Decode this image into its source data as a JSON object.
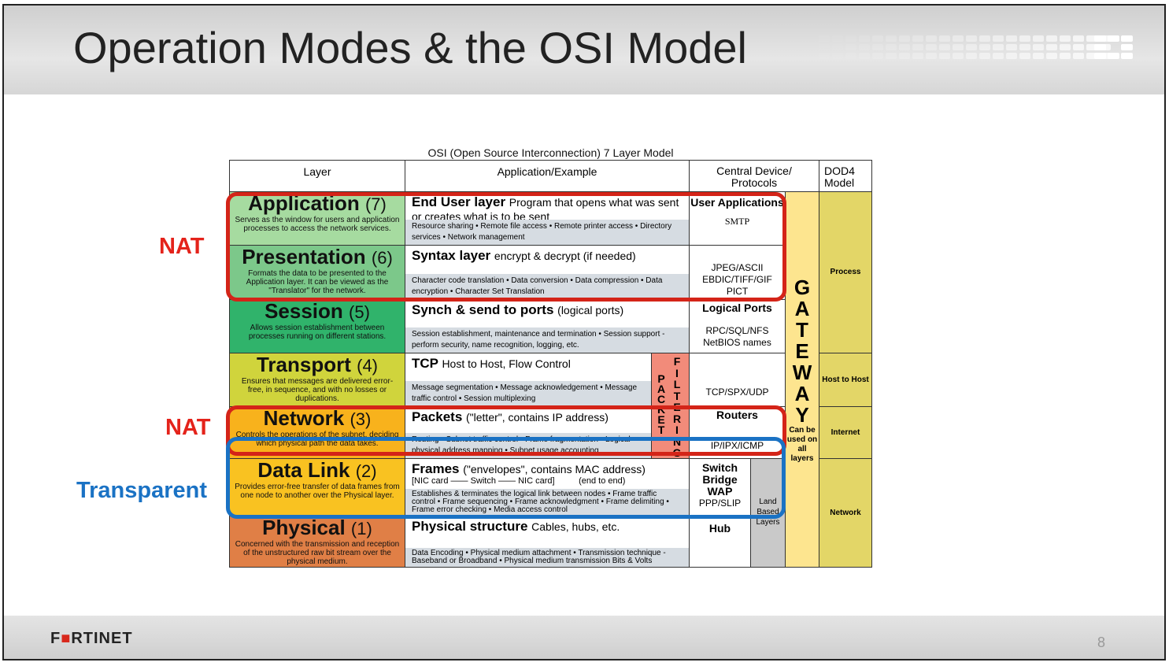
{
  "slide": {
    "title": "Operation Modes & the OSI Model",
    "logo": "FORTINET",
    "page_number": "8"
  },
  "annotations": {
    "nat_top": "NAT",
    "nat_bottom": "NAT",
    "transparent": "Transparent",
    "colors": {
      "red": "#d42418",
      "blue": "#1a72c4"
    }
  },
  "table": {
    "caption": "OSI (Open Source Interconnection) 7 Layer Model",
    "headers": {
      "layer": "Layer",
      "app": "Application/Example",
      "central": "Central Device/ Protocols",
      "dod": "DOD4 Model"
    },
    "layers": [
      {
        "name": "Application",
        "num": "(7)",
        "desc": "Serves as the window for users and application processes to access the network services.",
        "title": "End User layer",
        "subtitle": "Program that opens what was sent or creates what is to be sent",
        "details": "Resource sharing • Remote file access • Remote printer access • Directory services • Network management",
        "color": "#a6dba0"
      },
      {
        "name": "Presentation",
        "num": "(6)",
        "desc": "Formats the data to be presented to the Application layer. It can be viewed as the \"Translator\" for the network.",
        "title": "Syntax layer",
        "subtitle": "encrypt & decrypt (if needed)",
        "details": "Character code translation • Data conversion • Data compression • Data encryption • Character Set Translation",
        "color": "#7cc88a"
      },
      {
        "name": "Session",
        "num": "(5)",
        "desc": "Allows session establishment between processes running on different stations.",
        "title": "Synch & send to ports",
        "subtitle": "(logical ports)",
        "details": "Session establishment, maintenance and termination • Session support - perform security, name recognition, logging, etc.",
        "color": "#30b36b"
      },
      {
        "name": "Transport",
        "num": "(4)",
        "desc": "Ensures that messages are delivered error-free, in sequence, and with no losses or duplications.",
        "title": "TCP",
        "subtitle": "Host to Host, Flow Control",
        "details": "Message segmentation • Message acknowledgement • Message traffic control • Session multiplexing",
        "color": "#d0d43c"
      },
      {
        "name": "Network",
        "num": "(3)",
        "desc": "Controls the operations of the subnet, deciding which physical path the data takes.",
        "title": "Packets",
        "subtitle": "(\"letter\", contains IP address)",
        "details": "Routing • Subnet traffic control • Frame fragmentation • Logical-physical address mapping • Subnet usage accounting",
        "color": "#f8b21c"
      },
      {
        "name": "Data Link",
        "num": "(2)",
        "desc": "Provides error-free transfer of data frames from one node to another over the Physical layer.",
        "title": "Frames",
        "subtitle": "(\"envelopes\", contains MAC address)",
        "subline": "[NIC card —— Switch —— NIC card]          (end to end)",
        "details": "Establishes & terminates the logical link between nodes • Frame traffic control • Frame sequencing • Frame acknowledgment • Frame delimiting • Frame error checking • Media access control",
        "color": "#f9c221"
      },
      {
        "name": "Physical",
        "num": "(1)",
        "desc": "Concerned with the transmission and reception of the unstructured raw bit stream over the physical medium.",
        "title": "Physical structure",
        "subtitle": "Cables, hubs, etc.",
        "details": "Data Encoding • Physical medium attachment • Transmission technique - Baseband or Broadband • Physical medium transmission Bits & Volts",
        "color": "#e07f46"
      }
    ],
    "packet_filtering": {
      "left": "PACKET",
      "right": "FILTERING"
    },
    "central": {
      "app_bold": "User Applications",
      "app_proto": "SMTP",
      "pres_proto": "JPEG/ASCII EBDIC/TIFF/GIF PICT",
      "session_bold": "Logical Ports",
      "session_proto": "RPC/SQL/NFS NetBIOS names",
      "transport_proto": "TCP/SPX/UDP",
      "network_bold": "Routers",
      "network_proto": "IP/IPX/ICMP",
      "datalink_bold": "Switch Bridge WAP",
      "datalink_proto": "PPP/SLIP",
      "physical_bold": "Hub",
      "land": "Land Based Layers"
    },
    "gateway": {
      "label": "GATEWAY",
      "note": "Can be used on all layers"
    },
    "dod": [
      "Process",
      "Host to Host",
      "Internet",
      "Network"
    ]
  }
}
